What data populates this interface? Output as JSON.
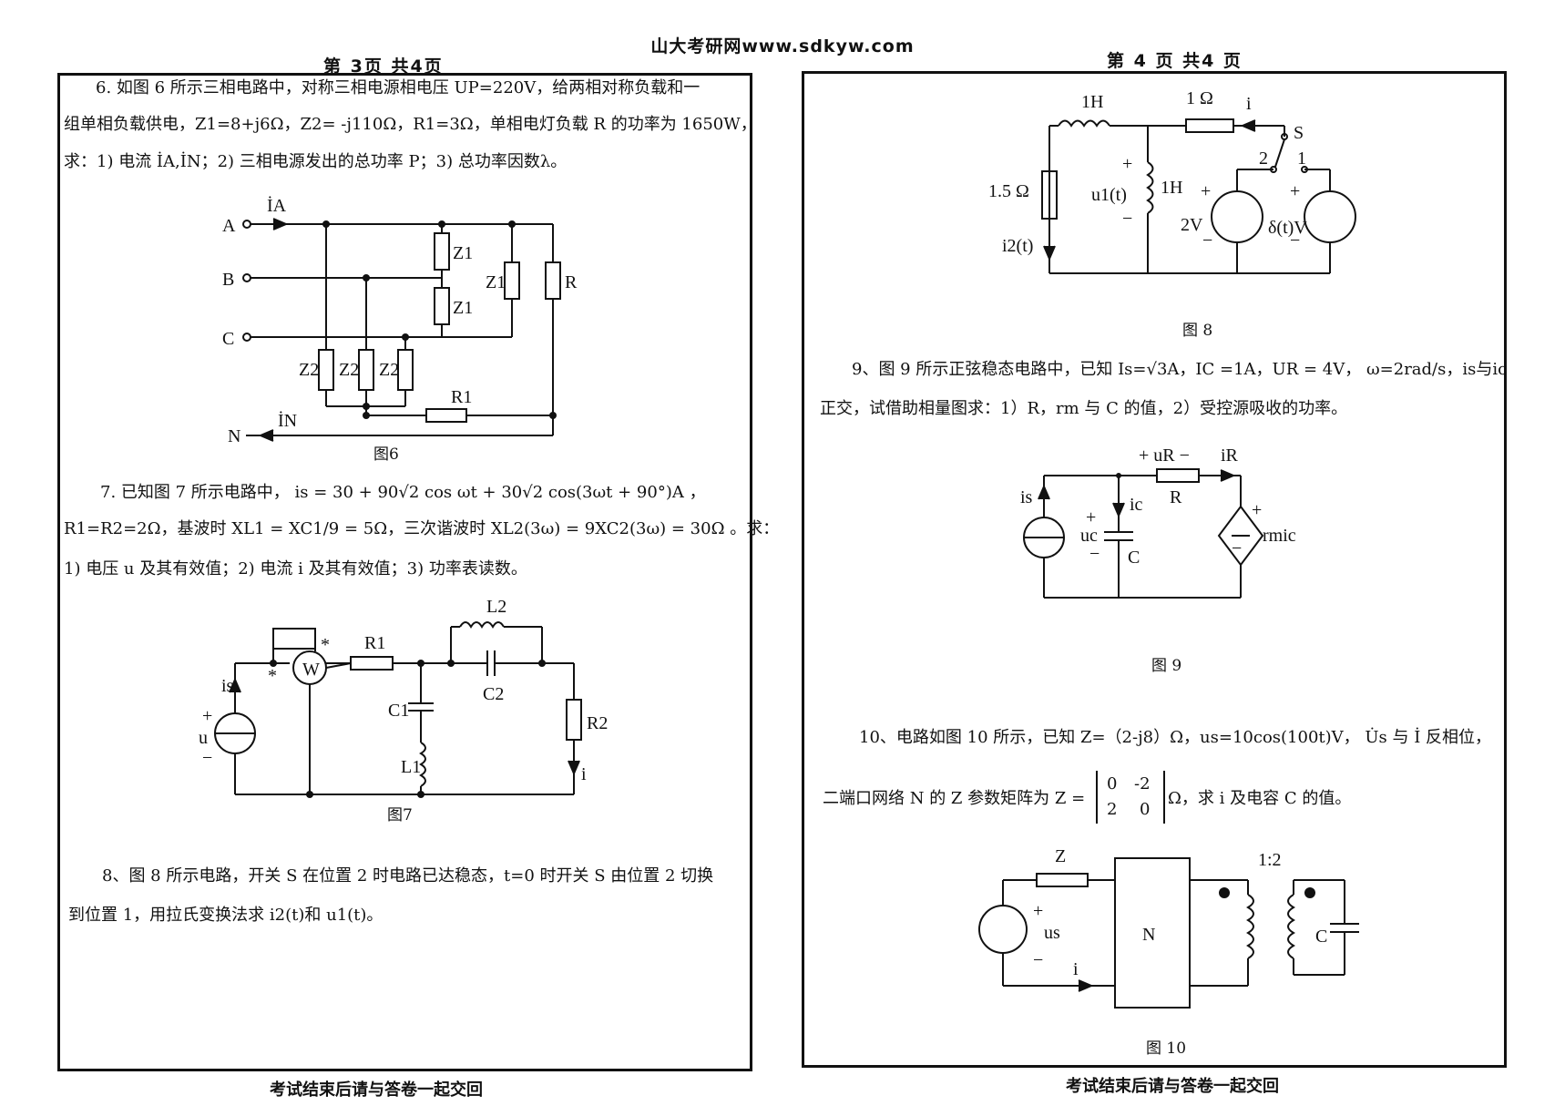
{
  "header": {
    "site": "山大考研网www.sdkyw.com",
    "left_page": "第 3页  共4页",
    "right_page": "第 4 页  共4 页"
  },
  "questions": {
    "q6": {
      "line1": "6. 如图 6 所示三相电路中，对称三相电源相电压 UP=220V，给两相对称负载和一",
      "line2": "组单相负载供电，Z1=8+j6Ω，Z2= -j110Ω，R1=3Ω，单相电灯负载 R 的功率为 1650W，",
      "line3": "求：1) 电流 İA,İN；2) 三相电源发出的总功率 P；3) 总功率因数λ。"
    },
    "q7": {
      "line1": "7. 已知图 7 所示电路中， is = 30 + 90√2 cos ωt + 30√2 cos(3ωt + 90°)A ，",
      "line2": "R1=R2=2Ω，基波时 XL1 = XC1/9 = 5Ω，三次谐波时 XL2(3ω) = 9XC2(3ω) = 30Ω 。求：",
      "line3": "1) 电压 u 及其有效值；2) 电流 i 及其有效值；3) 功率表读数。"
    },
    "q8": {
      "line1": "8、图 8 所示电路，开关 S 在位置 2 时电路已达稳态，t=0 时开关 S 由位置 2 切换",
      "line2": "到位置 1，用拉氏变换法求 i2(t)和 u1(t)。"
    },
    "q9": {
      "line1": "9、图 9 所示正弦稳态电路中，已知 Is=√3A，IC =1A，UR = 4V， ω=2rad/s，is与ic",
      "line2": "正交，试借助相量图求：1）R，rm 与 C 的值，2）受控源吸收的功率。"
    },
    "q10": {
      "line1": "10、电路如图 10 所示，已知 Z=（2-j8）Ω，us=10cos(100t)V， U̇s 与 İ 反相位，",
      "line2_pre": "二端口网络 N 的 Z 参数矩阵为 Z =",
      "matrix": [
        "0",
        "-2",
        "2",
        "0"
      ],
      "line2_post": "Ω，求 i 及电容 C 的值。"
    }
  },
  "figures": {
    "fig6": {
      "caption": "图6",
      "labels": {
        "A": "A",
        "B": "B",
        "C": "C",
        "N": "N",
        "IA": "İA",
        "IN": "İN",
        "Z1": "Z1",
        "Z2": "Z2",
        "R": "R",
        "R1": "R1"
      }
    },
    "fig7": {
      "caption": "图7",
      "labels": {
        "is": "is",
        "u": "u",
        "W": "W",
        "R1": "R1",
        "R2": "R2",
        "L1": "L1",
        "L2": "L2",
        "C1": "C1",
        "C2": "C2",
        "i": "i",
        "star": "*",
        "plus": "+",
        "minus": "−"
      }
    },
    "fig8": {
      "caption": "图 8",
      "labels": {
        "L_top": "1H",
        "R_top": "1 Ω",
        "i": "i",
        "S": "S",
        "pos2": "2",
        "pos1": "1",
        "R_left": "1.5 Ω",
        "i2": "i2(t)",
        "u1": "u1(t)",
        "L_mid": "1H",
        "V2": "2V",
        "delta": "δ(t)V",
        "plus": "+",
        "minus": "−"
      }
    },
    "fig9": {
      "caption": "图 9",
      "labels": {
        "uR": "+ uR −",
        "iR": "iR",
        "R": "R",
        "is": "is",
        "ic": "ic",
        "uc": "uc",
        "C": "C",
        "rmic": "rmic",
        "plus": "+",
        "minus": "−"
      }
    },
    "fig10": {
      "caption": "图 10",
      "labels": {
        "Z": "Z",
        "N": "N",
        "ratio": "1:2",
        "us": "us",
        "i": "i",
        "C": "C",
        "plus": "+",
        "minus": "−"
      }
    }
  },
  "footer": {
    "left": "考试结束后请与答卷一起交回",
    "right": "考试结束后请与答卷一起交回"
  }
}
